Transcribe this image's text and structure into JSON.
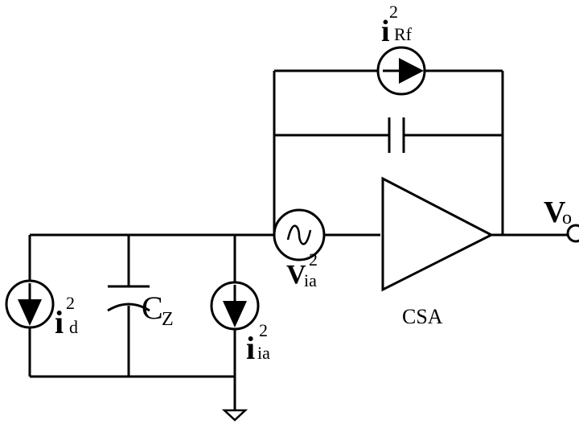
{
  "labels": {
    "rf_noise": {
      "main": "i",
      "sup": "2",
      "sub": "Rf"
    },
    "amp_voltage_noise": {
      "main": "V",
      "sup": "2",
      "sub": "ia"
    },
    "output": {
      "main": "V",
      "sub": "o"
    },
    "amplifier": "CSA",
    "detector_noise": {
      "main": "i",
      "sup": "2",
      "sub": "d"
    },
    "capacitance": {
      "main": "C",
      "sub": "Z"
    },
    "amp_current_noise": {
      "main": "i",
      "sup": "2",
      "sub": "ia"
    }
  }
}
